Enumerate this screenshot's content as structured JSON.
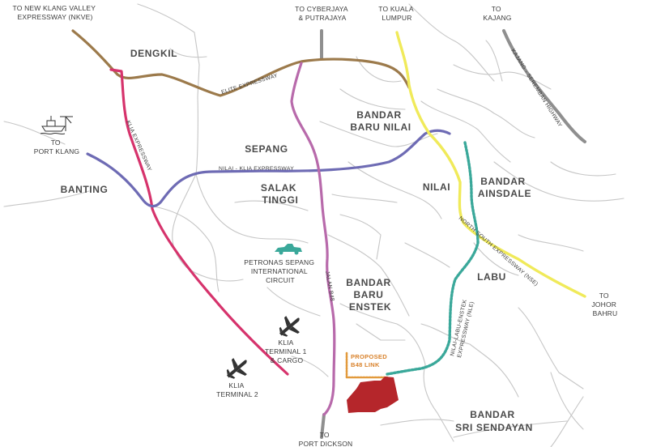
{
  "destinations": {
    "nkve": [
      "TO NEW KLANG VALLEY",
      "EXPRESSWAY (NKVE)"
    ],
    "cyberjaya": [
      "TO CYBERJAYA",
      "& PUTRAJAYA"
    ],
    "kuala_lumpur": [
      "TO KUALA",
      "LUMPUR"
    ],
    "kajang": [
      "TO",
      "KAJANG"
    ],
    "port_klang": [
      "TO",
      "PORT KLANG"
    ],
    "johor_bahru": [
      "TO",
      "JOHOR",
      "BAHRU"
    ],
    "port_dickson": [
      "TO",
      "PORT DICKSON"
    ]
  },
  "towns": {
    "dengkil": "DENGKIL",
    "bandar_baru_nilai": [
      "BANDAR",
      "BARU NILAI"
    ],
    "sepang": "SEPANG",
    "banting": "BANTING",
    "salak_tinggi": [
      "SALAK",
      "TINGGI"
    ],
    "nilai": "NILAI",
    "bandar_ainsdale": [
      "BANDAR",
      "AINSDALE"
    ],
    "labu": "LABU",
    "bandar_baru_enstek": [
      "BANDAR",
      "BARU",
      "ENSTEK"
    ],
    "bandar_sri_sendayan": [
      "BANDAR",
      "SRI SENDAYAN"
    ]
  },
  "highways": {
    "elite": "ELITE EXPRESSWAY",
    "klia": "KLIA EXPRESSWAY",
    "nilai_klia": "NILAI - KLIA EXPRESSWAY",
    "jalan_b48": "JALAN B48",
    "kajang_seremban": "KAJANG - SEREMBAN HIGHWAY",
    "nse": "NORTH SOUTH EXPRESSWAY (NSE)",
    "nle": [
      "NILAI-LABU-ENSTEK",
      "EXPRESSWAY (NLE)"
    ]
  },
  "poi": {
    "sepang_circuit": [
      "PETRONAS SEPANG",
      "INTERNATIONAL",
      "CIRCUIT"
    ],
    "klia1": [
      "KLIA",
      "TERMINAL 1",
      "& CARGO"
    ],
    "klia2": [
      "KLIA",
      "TERMINAL 2"
    ],
    "proposed_link": [
      "PROPOSED",
      "B48 LINK"
    ]
  },
  "colors": {
    "elite": "#9c7a4b",
    "klia_expressway": "#d6336c",
    "nilai_klia": "#6e6bb4",
    "jalan_b48": "#b86aab",
    "nse": "#f0ea5a",
    "nle": "#3aa89a",
    "proposed_link": "#e29a3c",
    "development_site": "#b5262b",
    "gray_connector": "#8f8f8f"
  },
  "icons": [
    "ship-icon",
    "race-car-icon",
    "airplane-icon"
  ]
}
